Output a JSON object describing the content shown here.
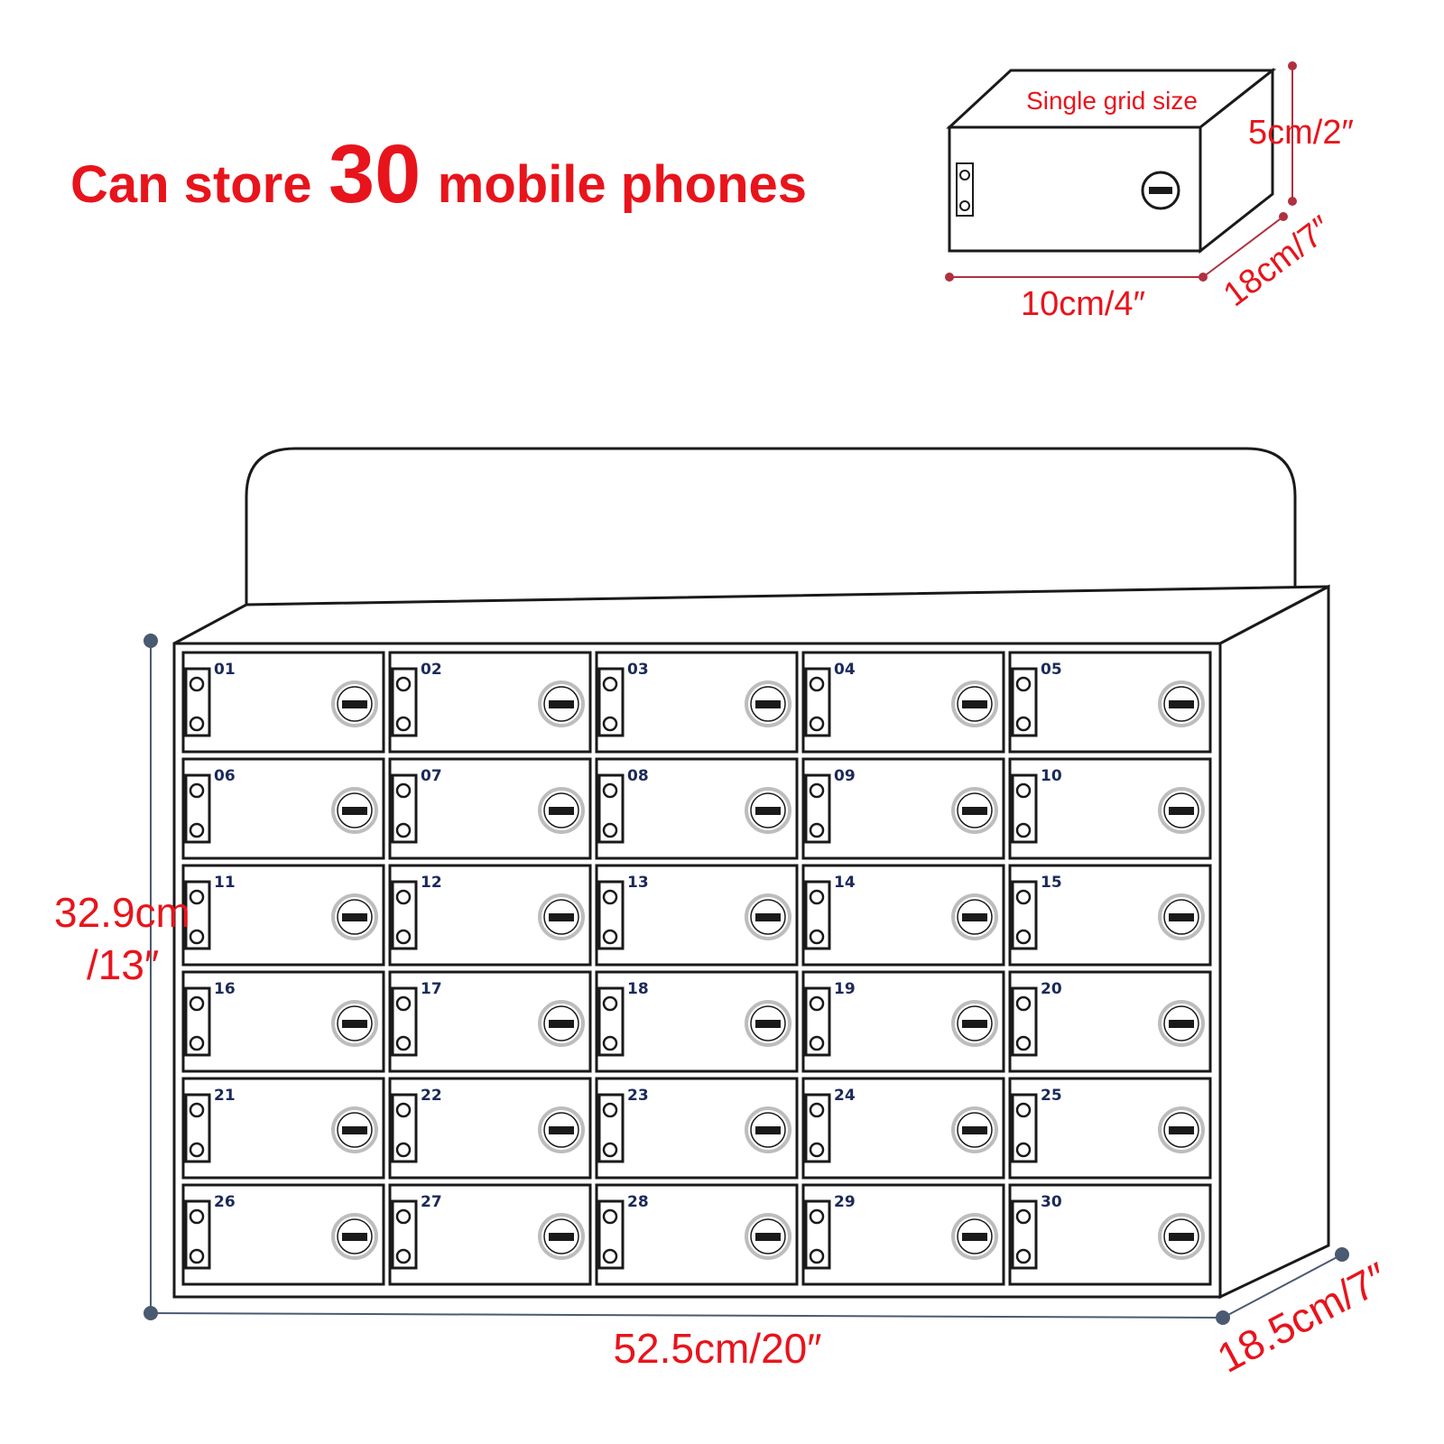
{
  "headline": {
    "prefix": "Can store",
    "count": "30",
    "suffix": "mobile phones"
  },
  "single_grid": {
    "label": "Single grid size",
    "height_label": "5cm/2″",
    "width_label": "10cm/4″",
    "depth_label": "18cm/7″"
  },
  "cabinet": {
    "height_label_line1": "32.9cm",
    "height_label_line2": "/13″",
    "width_label": "52.5cm/20″",
    "depth_label": "18.5cm/7″",
    "rows": 6,
    "cols": 5,
    "compartments": [
      "01",
      "02",
      "03",
      "04",
      "05",
      "06",
      "07",
      "08",
      "09",
      "10",
      "11",
      "12",
      "13",
      "14",
      "15",
      "16",
      "17",
      "18",
      "19",
      "20",
      "21",
      "22",
      "23",
      "24",
      "25",
      "26",
      "27",
      "28",
      "29",
      "30"
    ]
  },
  "colors": {
    "accent": "#e8141c",
    "line": "#1a1a1a",
    "number": "#1c2a5a",
    "dim_dot": "#4a5a70"
  }
}
